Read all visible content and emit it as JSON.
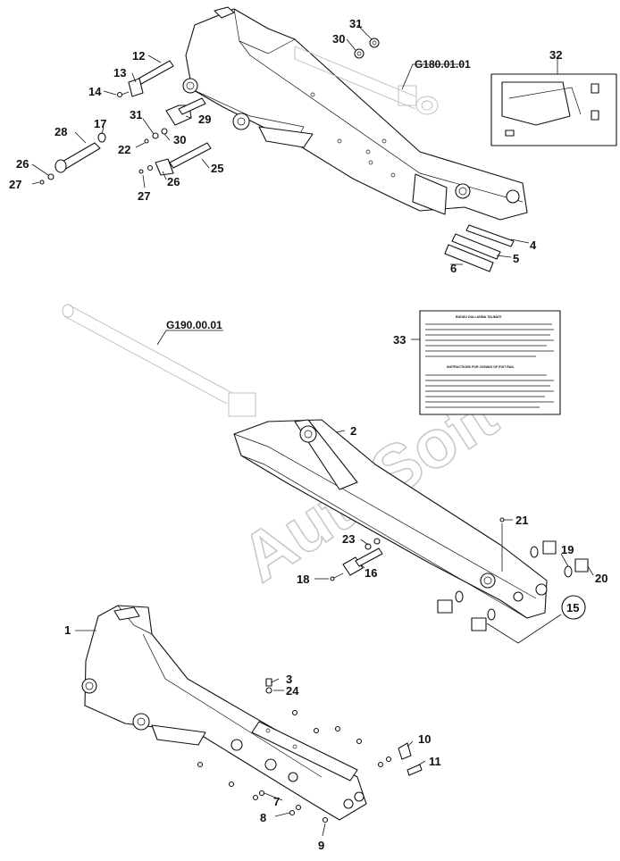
{
  "callouts": [
    "1",
    "2",
    "3",
    "4",
    "5",
    "6",
    "7",
    "8",
    "9",
    "10",
    "11",
    "12",
    "13",
    "14",
    "15",
    "16",
    "17",
    "18",
    "19",
    "20",
    "21",
    "22",
    "23",
    "24",
    "25",
    "26",
    "26",
    "27",
    "27",
    "28",
    "29",
    "30",
    "30",
    "31",
    "31",
    "32",
    "33"
  ],
  "assembly_codes": {
    "cylinder_upper": "G180.01.01",
    "cylinder_middle": "G190.00.01"
  },
  "label_sheet": {
    "heading_1": "BUDDU DALLANMA TALIMATI",
    "heading_2": "INSTRUCTIONS FOR JOINING OF EXIT RAIL"
  },
  "watermark": "AutoSoft"
}
